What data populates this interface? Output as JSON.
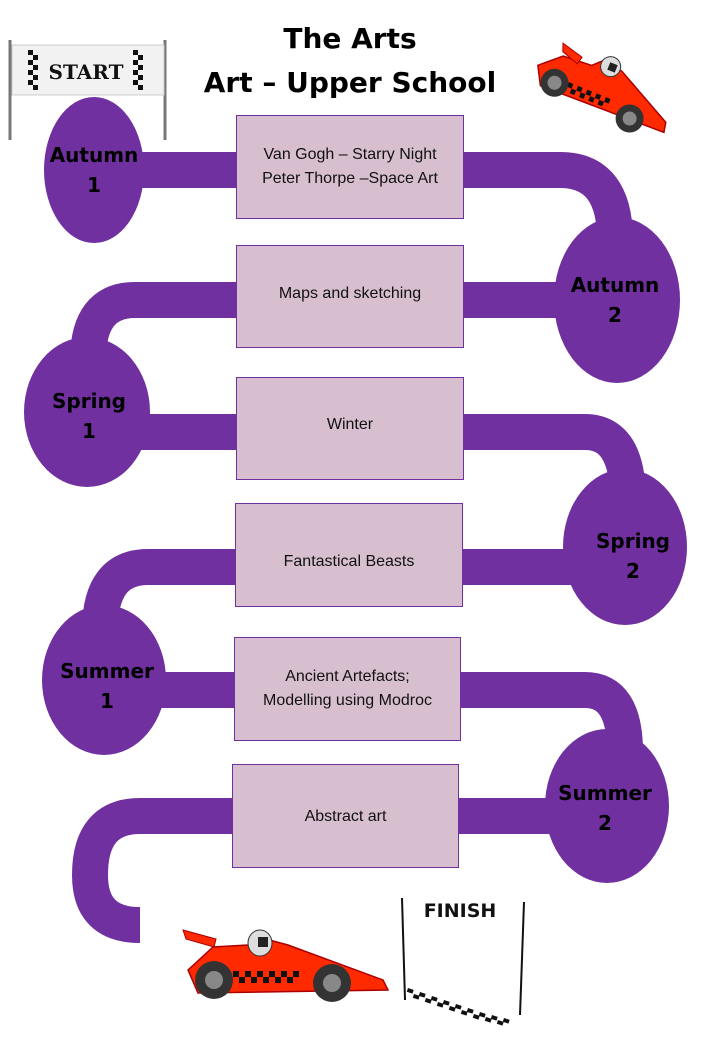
{
  "header": {
    "line1": "The Arts",
    "line2": "Art – Upper School"
  },
  "banners": {
    "start": "START",
    "finish": "FINISH"
  },
  "colors": {
    "track": "#7030a0",
    "box_fill": "#d8bfd0",
    "box_border": "#7030a0",
    "car": "#ff2a00"
  },
  "milestones": [
    {
      "term": "Autumn",
      "number": "1",
      "topic_lines": [
        "Van Gogh – Starry Night",
        "Peter Thorpe –Space Art"
      ]
    },
    {
      "term": "Autumn",
      "number": "2",
      "topic_lines": [
        "Maps and sketching"
      ]
    },
    {
      "term": "Spring",
      "number": "1",
      "topic_lines": [
        "Winter"
      ]
    },
    {
      "term": "Spring",
      "number": "2",
      "topic_lines": [
        "Fantastical Beasts"
      ]
    },
    {
      "term": "Summer",
      "number": "1",
      "topic_lines": [
        "Ancient Artefacts;",
        "Modelling using Modroc"
      ]
    },
    {
      "term": "Summer",
      "number": "2",
      "topic_lines": [
        "Abstract art"
      ]
    }
  ]
}
